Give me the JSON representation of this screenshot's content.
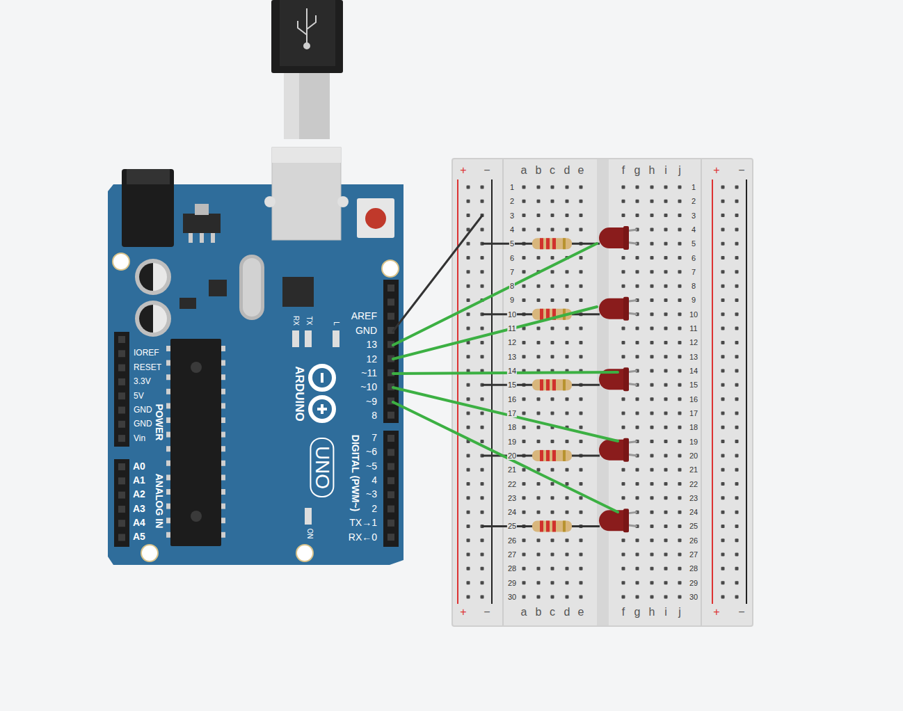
{
  "diagram": {
    "labels": [
      "+",
      "−",
      "a",
      "b",
      "c",
      "d",
      "e",
      "f",
      "g",
      "h",
      "i",
      "j",
      "+",
      "−",
      "+",
      "−",
      "a",
      "b",
      "c",
      "d",
      "e",
      "f",
      "g",
      "h",
      "i",
      "j",
      "+",
      "−",
      "1",
      "2",
      "3",
      "4",
      "5",
      "6",
      "7",
      "8",
      "9",
      "10",
      "11",
      "12",
      "13",
      "14",
      "15",
      "16",
      "17",
      "18",
      "19",
      "20",
      "21",
      "22",
      "23",
      "24",
      "25",
      "26",
      "27",
      "28",
      "29",
      "30",
      "1",
      "2",
      "3",
      "4",
      "5",
      "6",
      "7",
      "8",
      "9",
      "10",
      "11",
      "12",
      "13",
      "14",
      "15",
      "16",
      "17",
      "18",
      "19",
      "20",
      "21",
      "22",
      "23",
      "24",
      "25",
      "26",
      "27",
      "28",
      "29",
      "30",
      "AREF",
      "GND",
      "13",
      "12",
      "~11",
      "~10",
      "~9",
      "8",
      "7",
      "~6",
      "~5",
      "4",
      "~3",
      "2",
      "TX→1",
      "RX←0",
      "DIGITAL (PWM~)",
      "ARDUINO",
      "UNO",
      "IOREF",
      "RESET",
      "3.3V",
      "5V",
      "GND",
      "GND",
      "Vin",
      "POWER",
      "A0",
      "A1",
      "A2",
      "A3",
      "A4",
      "A5",
      "ANALOG IN",
      "RX",
      "TX",
      "L",
      "ON"
    ]
  }
}
